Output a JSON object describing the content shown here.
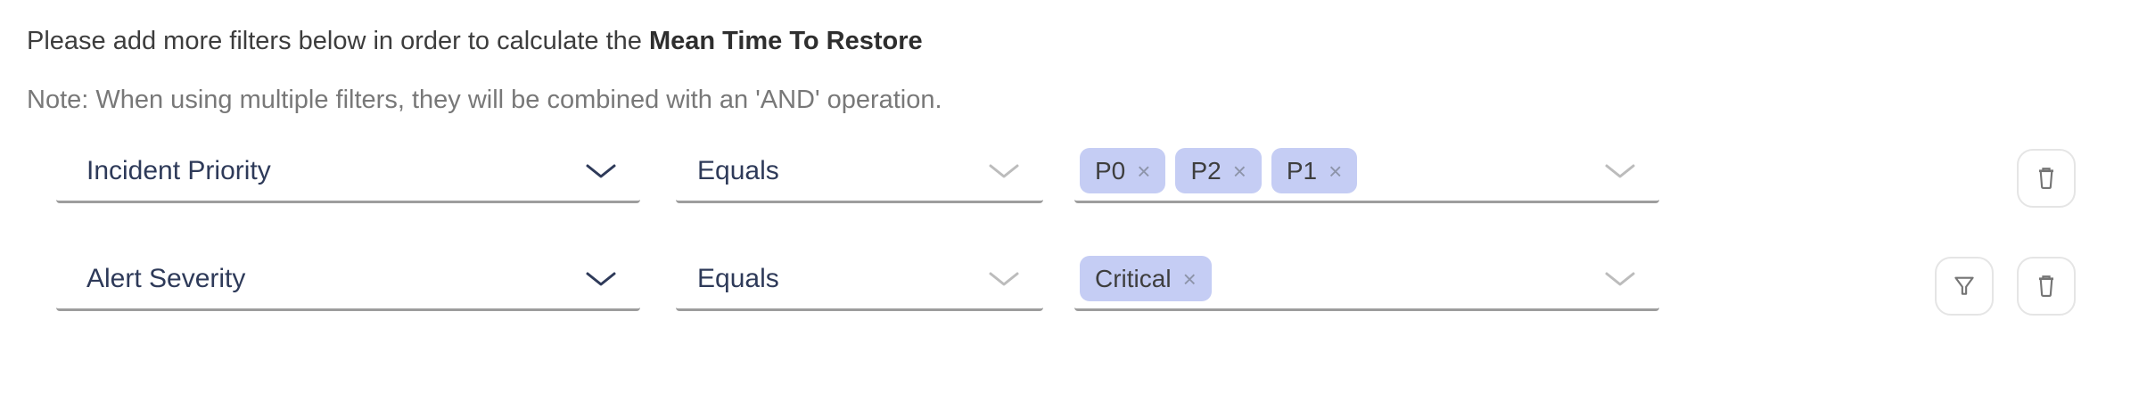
{
  "header": {
    "intro_prefix": "Please add more filters below in order to calculate the",
    "intro_metric": "Mean Time To Restore",
    "note": "Note: When using multiple filters, they will be combined with an 'AND' operation."
  },
  "glyphs": {
    "remove": "×"
  },
  "colors": {
    "chip_background": "#c5cdf4",
    "field_label_text": "#2e3a59",
    "underline": "#9d9d9d",
    "icon_gray": "#757575"
  },
  "filter_rows": [
    {
      "field": "Incident Priority",
      "operator": "Equals",
      "values": [
        "P0",
        "P2",
        "P1"
      ]
    },
    {
      "field": "Alert Severity",
      "operator": "Equals",
      "values": [
        "Critical"
      ]
    }
  ]
}
